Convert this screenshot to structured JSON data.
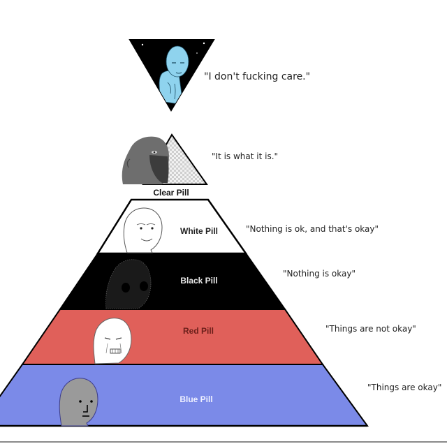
{
  "meme": {
    "tiers": [
      {
        "name": "top-tier",
        "label": "",
        "quote": "\"I don't fucking care.\"",
        "color": "#000000"
      },
      {
        "name": "clear-pill",
        "label": "Clear Pill",
        "quote": "\"It is what it is.\"",
        "color": "#d9d9d9"
      },
      {
        "name": "white-pill",
        "label": "White Pill",
        "quote": "\"Nothing is ok, and that's okay\"",
        "color": "#ffffff"
      },
      {
        "name": "black-pill",
        "label": "Black Pill",
        "quote": "\"Nothing is okay\"",
        "color": "#000000"
      },
      {
        "name": "red-pill",
        "label": "Red Pill",
        "quote": "\"Things are not okay\"",
        "color": "#e0605a"
      },
      {
        "name": "blue-pill",
        "label": "Blue Pill",
        "quote": "\"Things are okay\"",
        "color": "#7b8ae8"
      }
    ],
    "colors": {
      "outline": "#000000",
      "top_face": "#8fd3ee",
      "red_band": "#e0605a",
      "blue_band": "#7b8ae8",
      "npc_face": "#9a9a9a"
    }
  }
}
